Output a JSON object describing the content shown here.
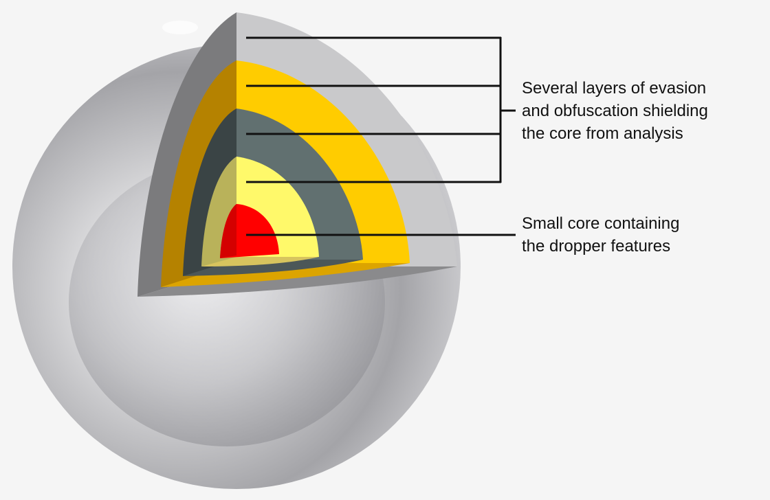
{
  "annotations": {
    "layers": {
      "lines": [
        "Several layers of evasion",
        "and obfuscation shielding",
        "the core from analysis"
      ]
    },
    "core": {
      "lines": [
        "Small core containing",
        "the dropper features"
      ]
    }
  },
  "colors": {
    "background": "#f5f5f5",
    "outer_shell": "#c8c8c8",
    "outer_shell_dark": "#7a7a7a",
    "layer_yellow_orange": "#ffcc00",
    "layer_dark_slate": "#617070",
    "layer_light_yellow": "#fff96a",
    "core_red": "#ff0000",
    "leader_line": "#111111"
  }
}
